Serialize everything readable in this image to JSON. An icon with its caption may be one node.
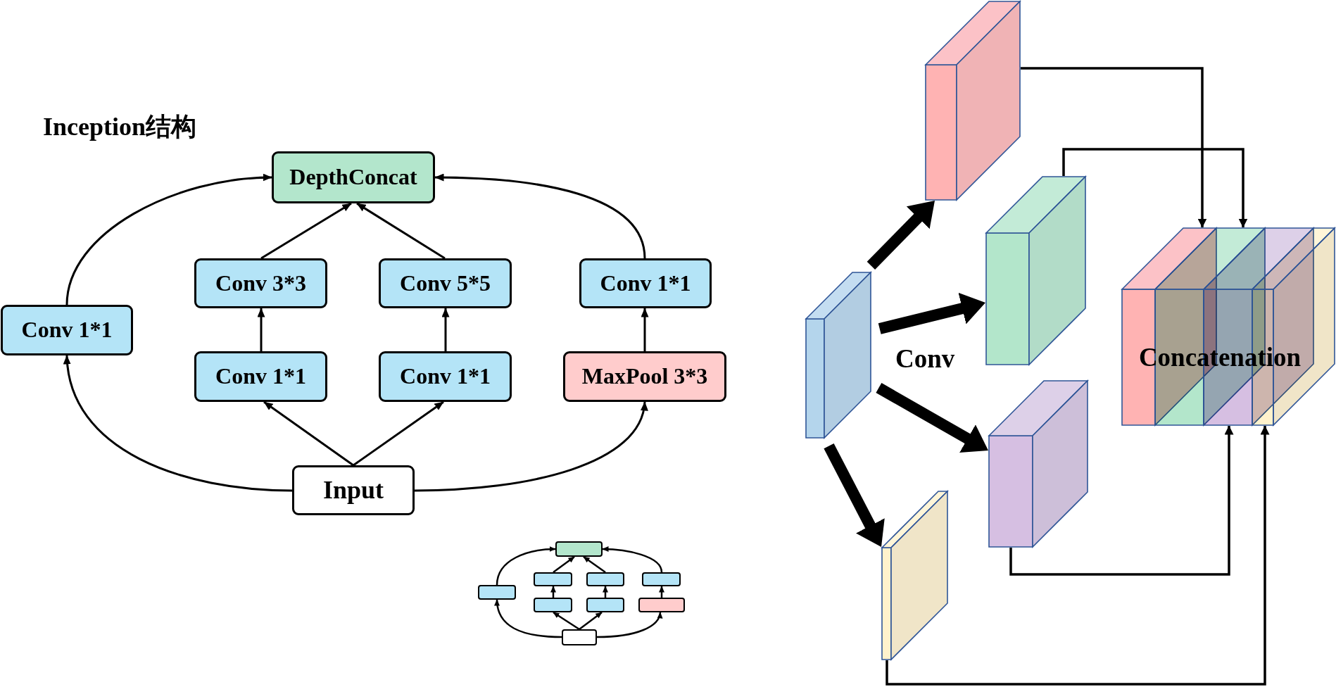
{
  "diagram": {
    "title": "Inception结构",
    "nodes": [
      {
        "text": [
          "DepthConcat"
        ]
      },
      {
        "text": [
          "Conv 3*3"
        ]
      },
      {
        "text": [
          "Conv 5*5"
        ]
      },
      {
        "text": [
          "Conv 1*1"
        ]
      },
      {
        "text": [
          "Conv 1*1"
        ]
      },
      {
        "text": [
          "Conv 1*1"
        ]
      },
      {
        "text": [
          "Conv 1*1"
        ]
      },
      {
        "text": [
          "MaxPool 3*3"
        ]
      },
      {
        "text": [
          "Input"
        ]
      },
      {
        "text": [],
        "shape": "box"
      },
      {
        "text": [],
        "shape": "box"
      },
      {
        "text": [],
        "shape": "box"
      },
      {
        "text": [],
        "shape": "box"
      },
      {
        "text": [],
        "shape": "box"
      },
      {
        "text": [],
        "shape": "box"
      },
      {
        "text": [],
        "shape": "box"
      },
      {
        "text": [],
        "shape": "box"
      },
      {
        "text": [],
        "shape": "box"
      },
      {
        "text": [],
        "shape": "cuboid"
      },
      {
        "text": [],
        "shape": "cuboid"
      },
      {
        "text": [],
        "shape": "cuboid"
      },
      {
        "text": [],
        "shape": "cuboid"
      },
      {
        "text": [],
        "shape": "cuboid"
      },
      {
        "text": [
          "Concatenation"
        ]
      }
    ],
    "edges": [
      {
        "from": 8,
        "to": 4,
        "arrow": "to"
      },
      {
        "from": 4,
        "to": 0,
        "arrow": "to"
      },
      {
        "from": 8,
        "to": 5,
        "arrow": "to"
      },
      {
        "from": 8,
        "to": 6,
        "arrow": "to"
      },
      {
        "from": 5,
        "to": 1,
        "arrow": "to"
      },
      {
        "from": 6,
        "to": 2,
        "arrow": "to"
      },
      {
        "from": 1,
        "to": 0,
        "arrow": "to"
      },
      {
        "from": 2,
        "to": 0,
        "arrow": "to"
      },
      {
        "from": 8,
        "to": 7,
        "arrow": "to"
      },
      {
        "from": 7,
        "to": 3,
        "arrow": "to"
      },
      {
        "from": 3,
        "to": 0,
        "arrow": "to"
      },
      {
        "from": 17,
        "to": 13,
        "arrow": "to"
      },
      {
        "from": 13,
        "to": 9,
        "arrow": "to"
      },
      {
        "from": 17,
        "to": 14,
        "arrow": "to"
      },
      {
        "from": 17,
        "to": 15,
        "arrow": "to"
      },
      {
        "from": 14,
        "to": 10,
        "arrow": "to"
      },
      {
        "from": 15,
        "to": 11,
        "arrow": "to"
      },
      {
        "from": 10,
        "to": 9,
        "arrow": "to"
      },
      {
        "from": 11,
        "to": 9,
        "arrow": "to"
      },
      {
        "from": 17,
        "to": 16,
        "arrow": "to"
      },
      {
        "from": 16,
        "to": 12,
        "arrow": "to"
      },
      {
        "from": 12,
        "to": 9,
        "arrow": "to"
      },
      {
        "from": 18,
        "to": 19,
        "arrow": "to",
        "style": "thick"
      },
      {
        "from": 18,
        "to": 20,
        "arrow": "to",
        "style": "thick"
      },
      {
        "from": 18,
        "to": 21,
        "arrow": "to",
        "style": "thick"
      },
      {
        "from": 18,
        "to": 22,
        "arrow": "to",
        "style": "thick"
      },
      {
        "from": 19,
        "to": 23,
        "arrow": "to"
      },
      {
        "from": 20,
        "to": 23,
        "arrow": "to"
      },
      {
        "from": 21,
        "to": 23,
        "arrow": "to"
      },
      {
        "from": 22,
        "to": 23,
        "arrow": "to"
      }
    ],
    "labels": [
      "Conv"
    ]
  }
}
